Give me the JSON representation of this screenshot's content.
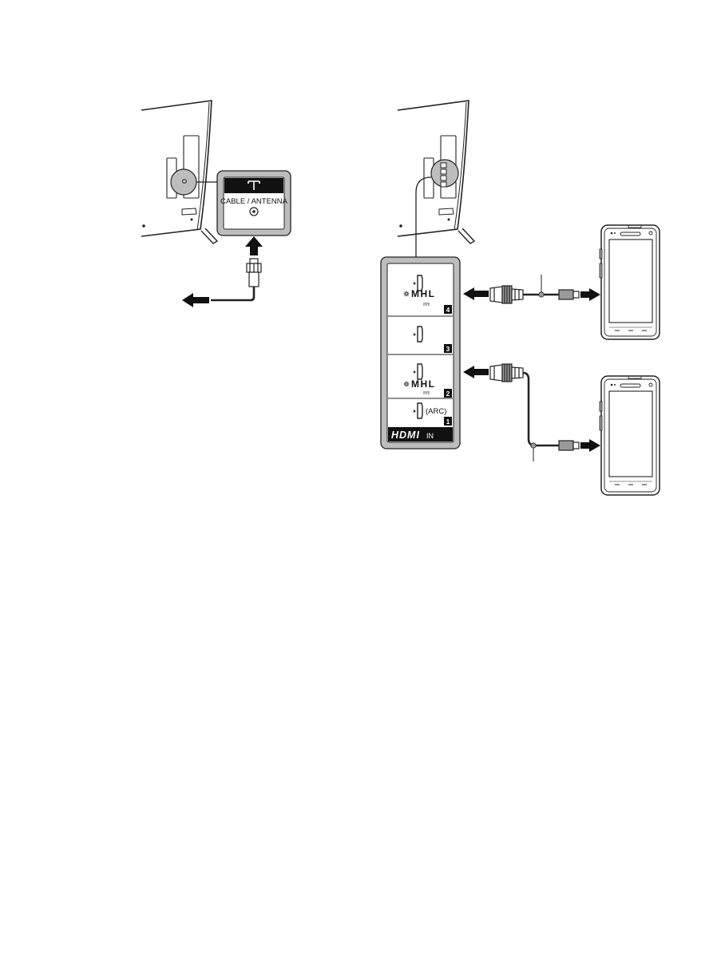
{
  "antenna_panel": {
    "label": "CABLE / ANTENNA"
  },
  "hdmi_panel": {
    "ports": [
      {
        "number": "4",
        "mhl_label": "MHL"
      },
      {
        "number": "3"
      },
      {
        "number": "2",
        "mhl_label": "MHL"
      },
      {
        "number": "1",
        "arc_label": "(ARC)"
      }
    ],
    "logo_text": "HDMI",
    "logo_suffix": "IN"
  },
  "colors": {
    "line": "#222222",
    "highlight_gray": "#bdbdbd",
    "cable_gray": "#9a9a9a",
    "label_black": "#111111"
  }
}
